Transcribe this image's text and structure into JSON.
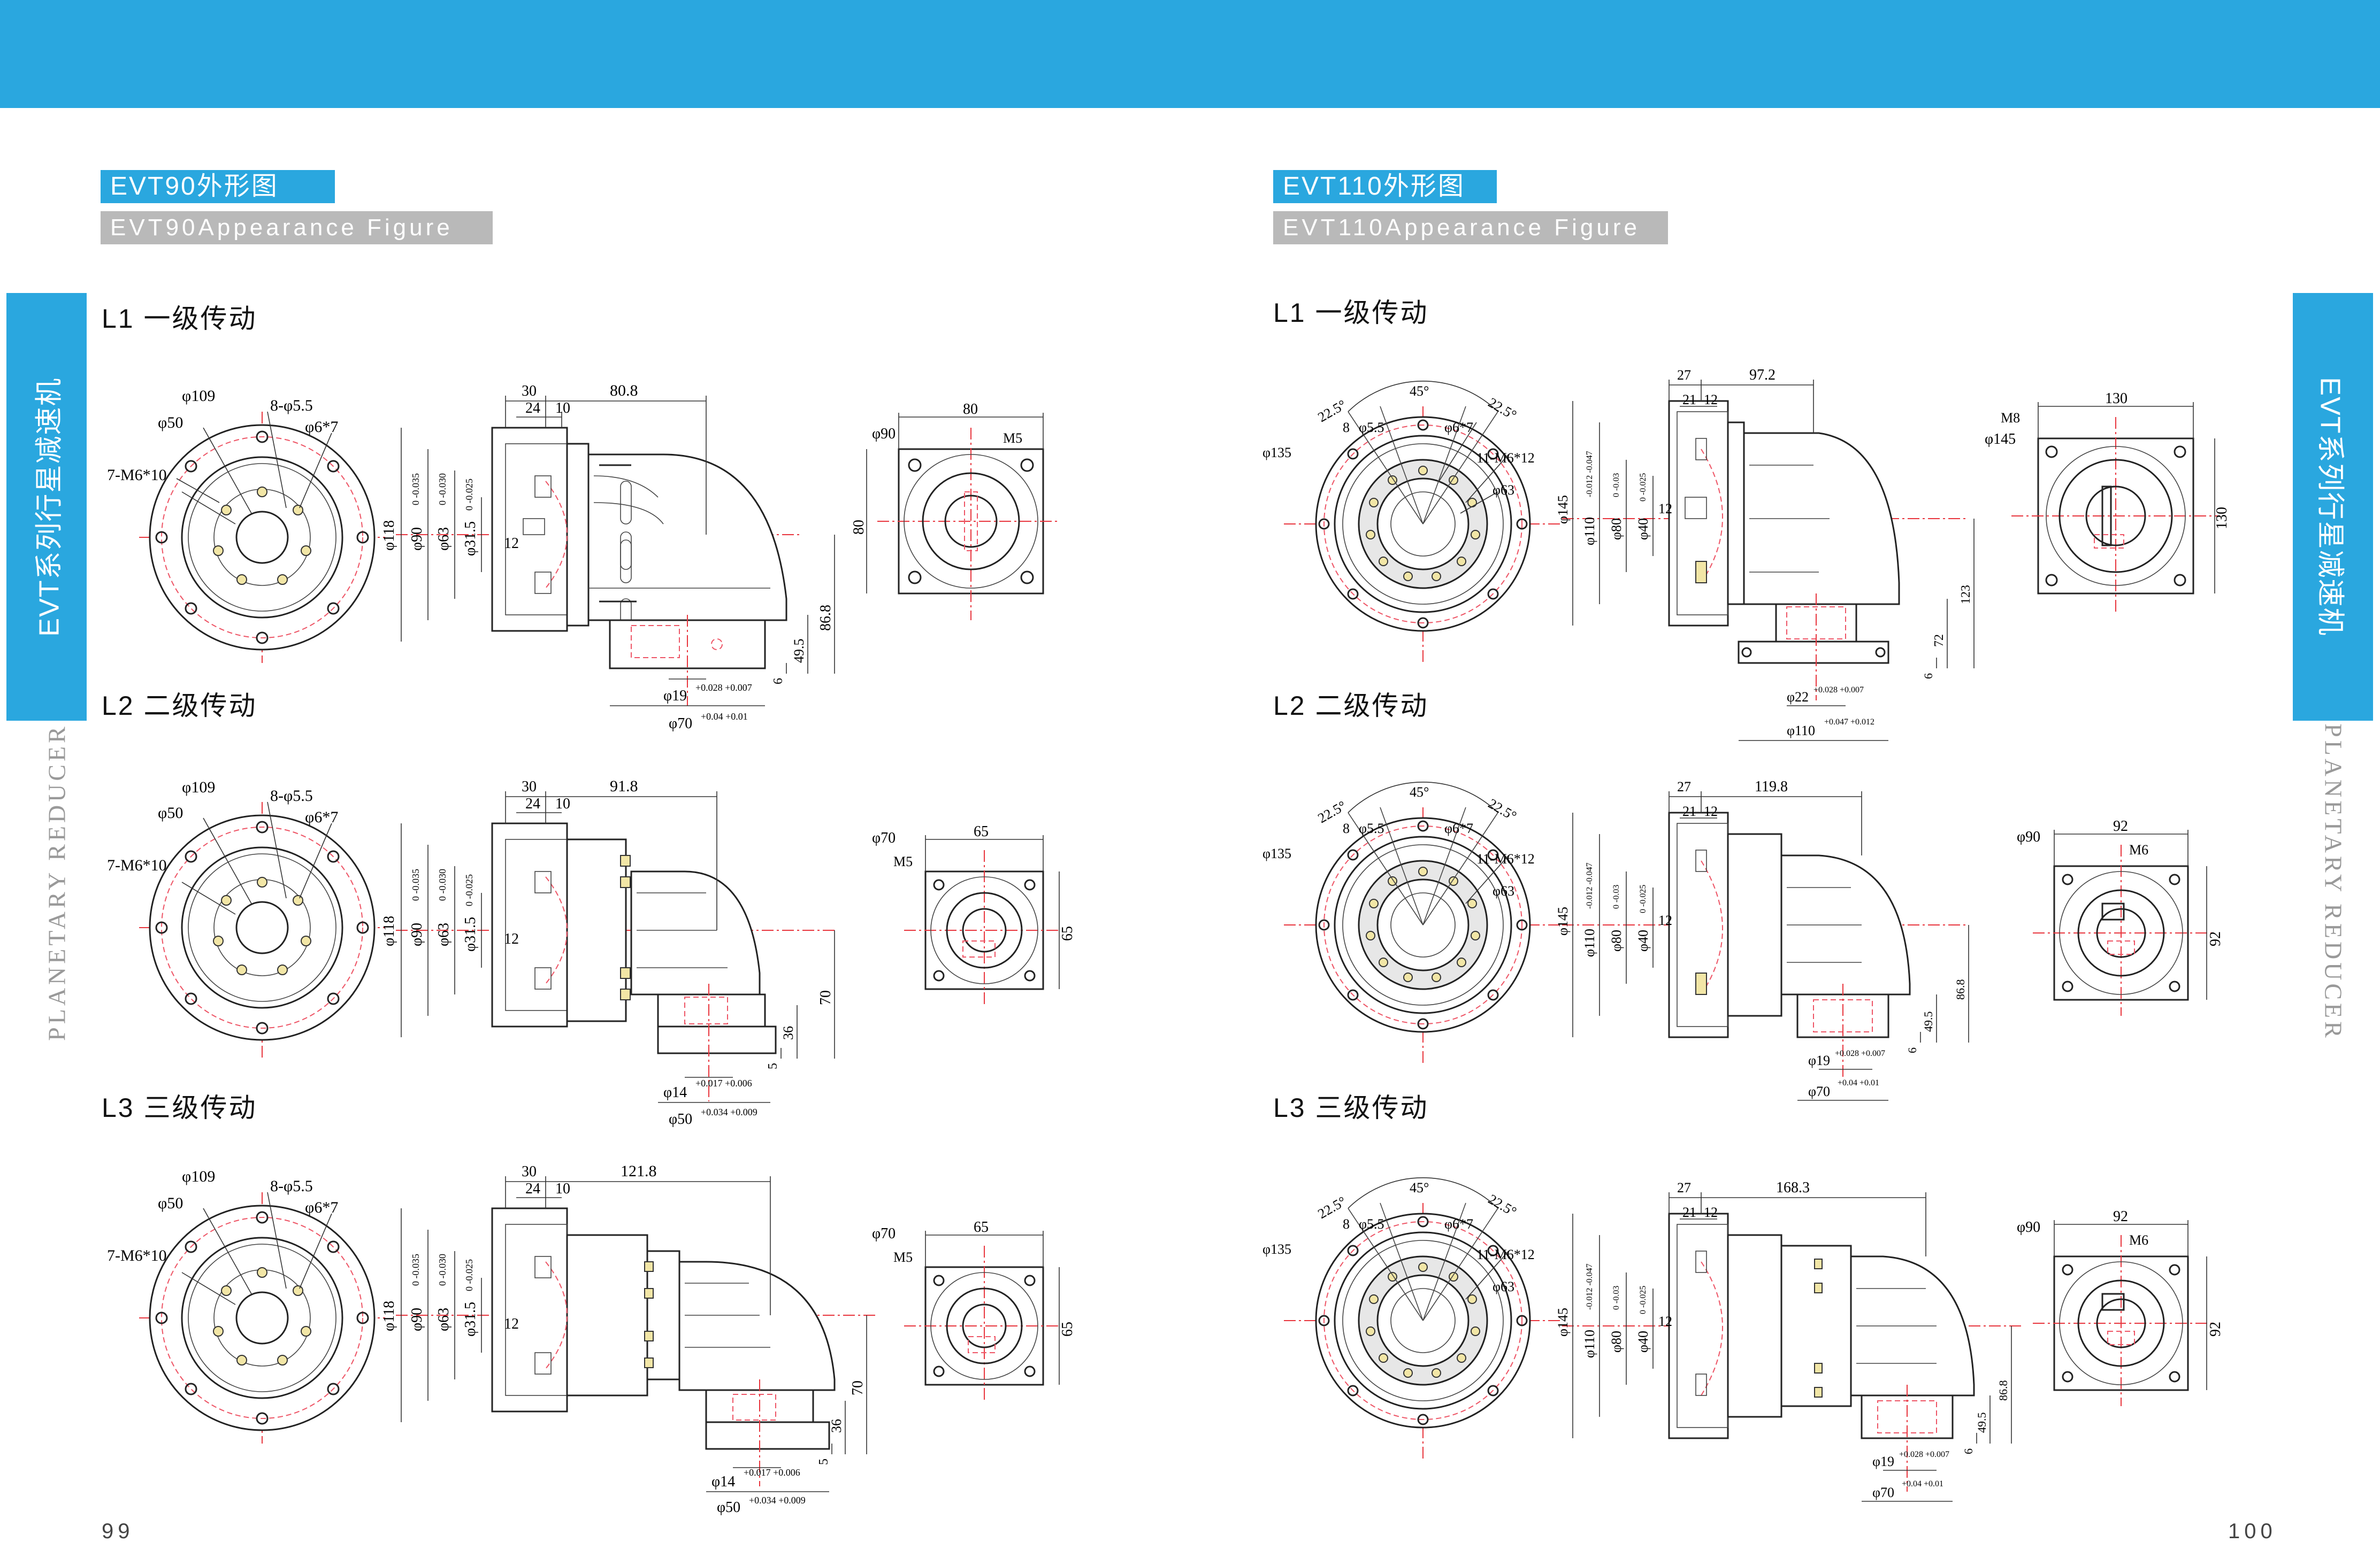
{
  "left_page": {
    "title_cn": "EVT90外形图",
    "title_en": "EVT90Appearance Figure",
    "side_tab": "EVT系列行星减速机",
    "side_en": "PLANETARY REDUCER",
    "page_number": "99",
    "sections": [
      {
        "stage": "L1 一级传动",
        "front": {
          "bcd": "φ109",
          "hole": "8-φ5.5",
          "inner": "φ50",
          "cbore": "φ6*7",
          "tap": "7-M6*10"
        },
        "side": {
          "a": "30",
          "b": "24",
          "c": "10",
          "len": "80.8",
          "d1": "φ118",
          "d2": "φ90",
          "d2_tol": "0 -0.035",
          "d3": "φ63",
          "d3_tol": "0 -0.030",
          "d4": "φ31.5",
          "d4_tol": "0 -0.025",
          "key": "12",
          "h1": "86.8",
          "h2": "49.5",
          "h3": "6",
          "s1": "φ19",
          "s1_tol": "+0.028 +0.007",
          "s2": "φ70",
          "s2_tol": "+0.04 +0.01"
        },
        "flange": {
          "w": "80",
          "h": "80",
          "d": "φ90",
          "m": "M5"
        }
      },
      {
        "stage": "L2 二级传动",
        "front": {
          "bcd": "φ109",
          "hole": "8-φ5.5",
          "inner": "φ50",
          "cbore": "φ6*7",
          "tap": "7-M6*10"
        },
        "side": {
          "a": "30",
          "b": "24",
          "c": "10",
          "len": "91.8",
          "d1": "φ118",
          "d2": "φ90",
          "d2_tol": "0 -0.035",
          "d3": "φ63",
          "d3_tol": "0 -0.030",
          "d4": "φ31.5",
          "d4_tol": "0 -0.025",
          "key": "12",
          "h1": "70",
          "h2": "36",
          "h3": "5",
          "s1": "φ14",
          "s1_tol": "+0.017 +0.006",
          "s2": "φ50",
          "s2_tol": "+0.034 +0.009"
        },
        "flange": {
          "w": "65",
          "h": "65",
          "d": "φ70",
          "m": "M5"
        }
      },
      {
        "stage": "L3 三级传动",
        "front": {
          "bcd": "φ109",
          "hole": "8-φ5.5",
          "inner": "φ50",
          "cbore": "φ6*7",
          "tap": "7-M6*10"
        },
        "side": {
          "a": "30",
          "b": "24",
          "c": "10",
          "len": "121.8",
          "d1": "φ118",
          "d2": "φ90",
          "d2_tol": "0 -0.035",
          "d3": "φ63",
          "d3_tol": "0 -0.030",
          "d4": "φ31.5",
          "d4_tol": "0 -0.025",
          "key": "12",
          "h1": "70",
          "h2": "36",
          "h3": "5",
          "s1": "φ14",
          "s1_tol": "+0.017 +0.006",
          "s2": "φ50",
          "s2_tol": "+0.034 +0.009"
        },
        "flange": {
          "w": "65",
          "h": "65",
          "d": "φ70",
          "m": "M5"
        }
      }
    ]
  },
  "right_page": {
    "title_cn": "EVT110外形图",
    "title_en": "EVT110Appearance Figure",
    "side_tab": "EVT系列行星减速机",
    "side_en": "PLANETARY REDUCER",
    "page_number": "100",
    "sections": [
      {
        "stage": "L1 一级传动",
        "front": {
          "angle1": "22.5°",
          "angle2": "45°",
          "angle3": "22.5°",
          "n": "8",
          "hole": "φ5.5",
          "cbore": "φ6*7",
          "bcd": "φ135",
          "tap": "11-M6*12",
          "inner": "φ63"
        },
        "side": {
          "a": "27",
          "b": "21",
          "c": "12",
          "len": "97.2",
          "d1": "φ145",
          "d2": "φ110",
          "d2_tol": "-0.012 -0.047",
          "d3": "φ80",
          "d3_tol": "0 -0.03",
          "d4": "φ40",
          "d4_tol": "0 -0.025",
          "key": "12",
          "h1": "123",
          "h2": "72",
          "h3": "6",
          "s1": "φ22",
          "s1_tol": "+0.028 +0.007",
          "s2": "φ110",
          "s2_tol": "+0.047 +0.012"
        },
        "flange": {
          "w": "130",
          "h": "130",
          "d": "φ145",
          "m": "M8"
        }
      },
      {
        "stage": "L2 二级传动",
        "front": {
          "angle1": "22.5°",
          "angle2": "45°",
          "angle3": "22.5°",
          "n": "8",
          "hole": "φ5.5",
          "cbore": "φ6*7",
          "bcd": "φ135",
          "tap": "11-M6*12",
          "inner": "φ63"
        },
        "side": {
          "a": "27",
          "b": "21",
          "c": "12",
          "len": "119.8",
          "d1": "φ145",
          "d2": "φ110",
          "d2_tol": "-0.012 -0.047",
          "d3": "φ80",
          "d3_tol": "0 -0.03",
          "d4": "φ40",
          "d4_tol": "0 -0.025",
          "key": "12",
          "h1": "86.8",
          "h2": "49.5",
          "h3": "6",
          "s1": "φ19",
          "s1_tol": "+0.028 +0.007",
          "s2": "φ70",
          "s2_tol": "+0.04 +0.01"
        },
        "flange": {
          "w": "92",
          "h": "92",
          "d": "φ90",
          "m": "M6"
        }
      },
      {
        "stage": "L3 三级传动",
        "front": {
          "angle1": "22.5°",
          "angle2": "45°",
          "angle3": "22.5°",
          "n": "8",
          "hole": "φ5.5",
          "cbore": "φ6*7",
          "bcd": "φ135",
          "tap": "11-M6*12",
          "inner": "φ63"
        },
        "side": {
          "a": "27",
          "b": "21",
          "c": "12",
          "len": "168.3",
          "d1": "φ145",
          "d2": "φ110",
          "d2_tol": "-0.012 -0.047",
          "d3": "φ80",
          "d3_tol": "0 -0.03",
          "d4": "φ40",
          "d4_tol": "0 -0.025",
          "key": "12",
          "h1": "86.8",
          "h2": "49.5",
          "h3": "6",
          "s1": "φ19",
          "s1_tol": "+0.028 +0.007",
          "s2": "φ70",
          "s2_tol": "+0.04 +0.01"
        },
        "flange": {
          "w": "92",
          "h": "92",
          "d": "φ90",
          "m": "M6"
        }
      }
    ]
  }
}
